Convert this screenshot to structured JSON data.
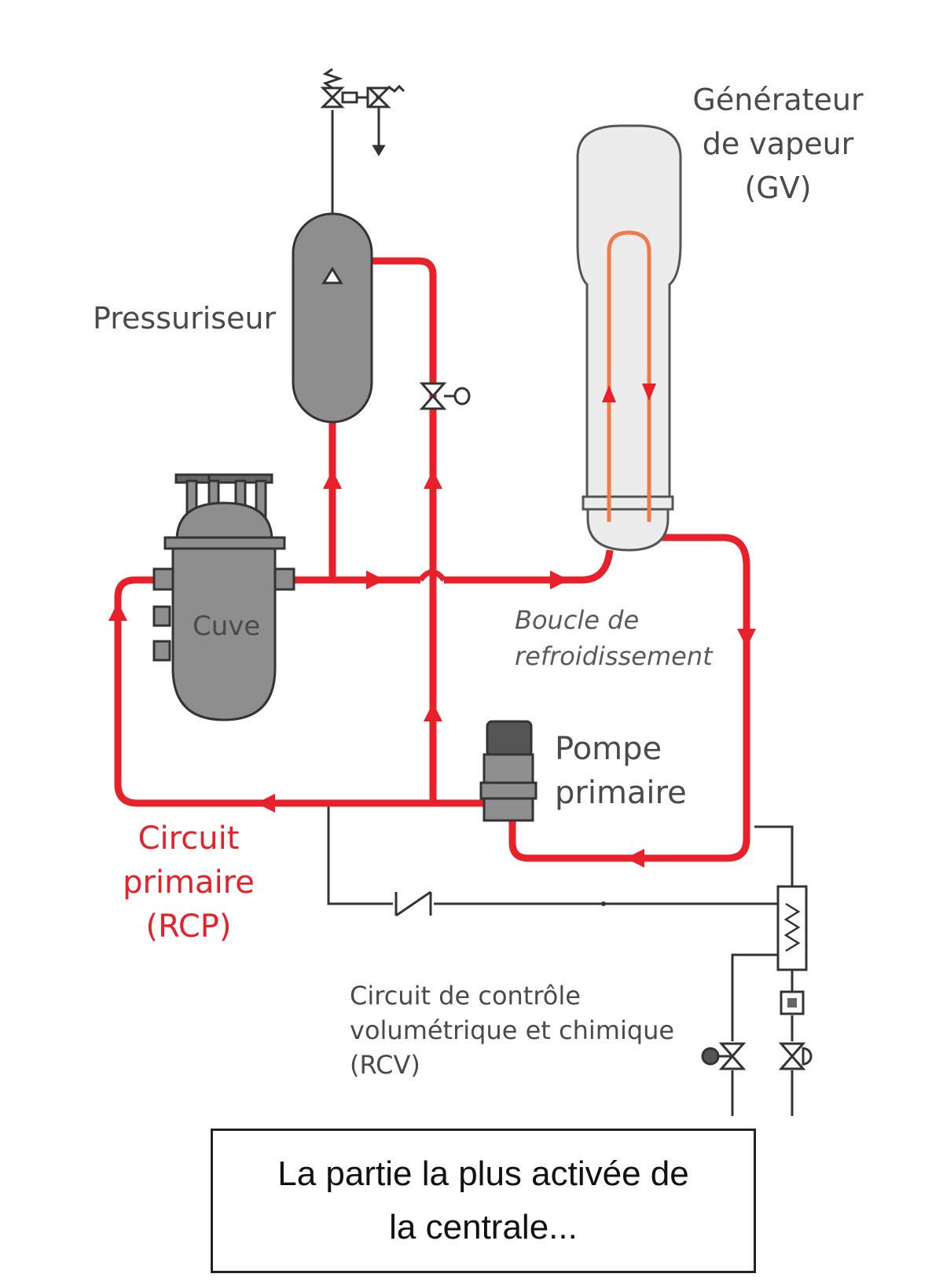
{
  "labels": {
    "steam_generator": [
      "Générateur",
      "de vapeur",
      "(GV)"
    ],
    "pressurizer": "Pressuriseur",
    "vessel": "Cuve",
    "cooling_loop": [
      "Boucle de",
      "refroidissement"
    ],
    "primary_pump": [
      "Pompe",
      "primaire"
    ],
    "primary_circuit": [
      "Circuit",
      "primaire",
      "(RCP)"
    ],
    "rcv_circuit": [
      "Circuit de contrôle",
      "volumétrique et chimique",
      "(RCV)"
    ]
  },
  "caption": {
    "line1": "La partie la plus activée de",
    "line2": "la centrale..."
  },
  "colors": {
    "primary_red": "#e8202a",
    "steam_tube_orange": "#f07a4a",
    "equipment_grey": "#8e8e8e",
    "steam_generator_shell": "#ececec",
    "line_dark": "#333333"
  }
}
